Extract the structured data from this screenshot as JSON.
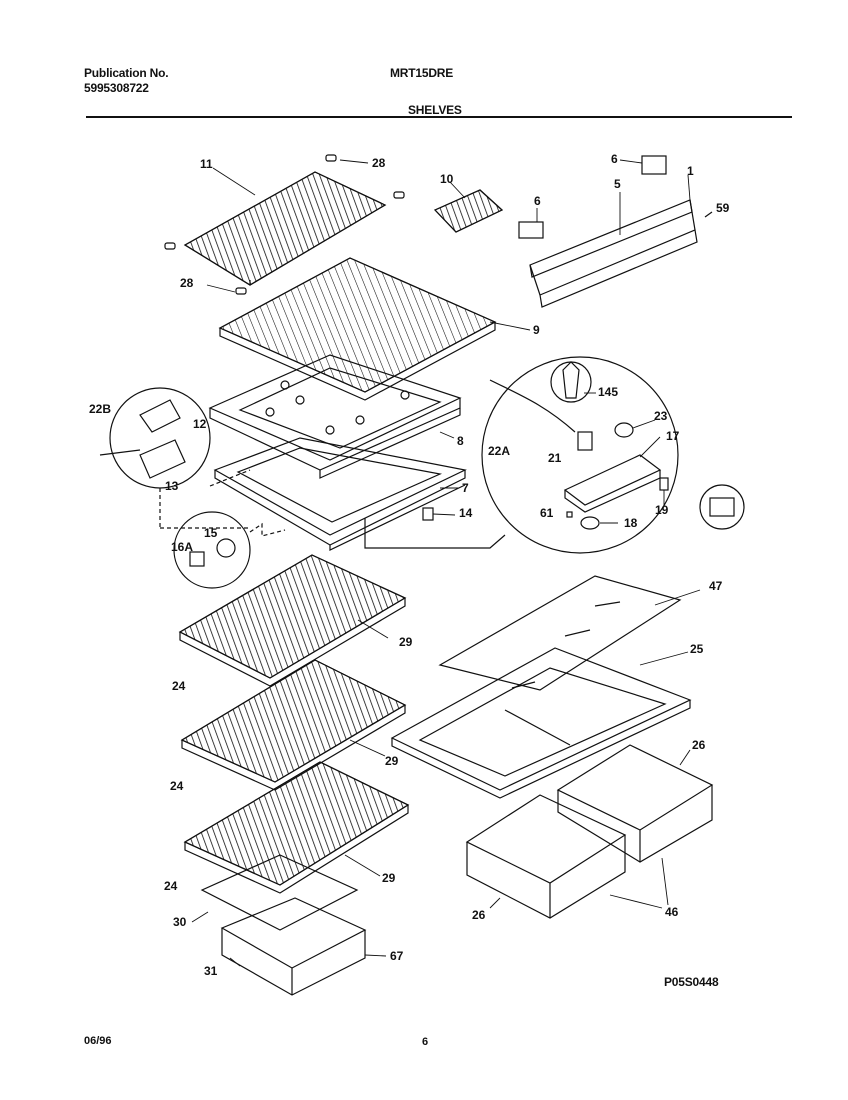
{
  "header": {
    "publication_label": "Publication No.",
    "publication_number": "5995308722",
    "model": "MRT15DRE",
    "section": "SHELVES"
  },
  "footer": {
    "date": "06/96",
    "page": "6",
    "diagram_code": "P05S0448"
  },
  "callouts": [
    "11",
    "28",
    "28",
    "10",
    "6",
    "6",
    "5",
    "1",
    "59",
    "9",
    "145",
    "22B",
    "12",
    "8",
    "23",
    "17",
    "22A",
    "21",
    "13",
    "7",
    "14",
    "19",
    "15",
    "61",
    "18",
    "16A",
    "47",
    "29",
    "25",
    "24",
    "29",
    "26",
    "24",
    "29",
    "24",
    "30",
    "26",
    "46",
    "31",
    "67"
  ]
}
